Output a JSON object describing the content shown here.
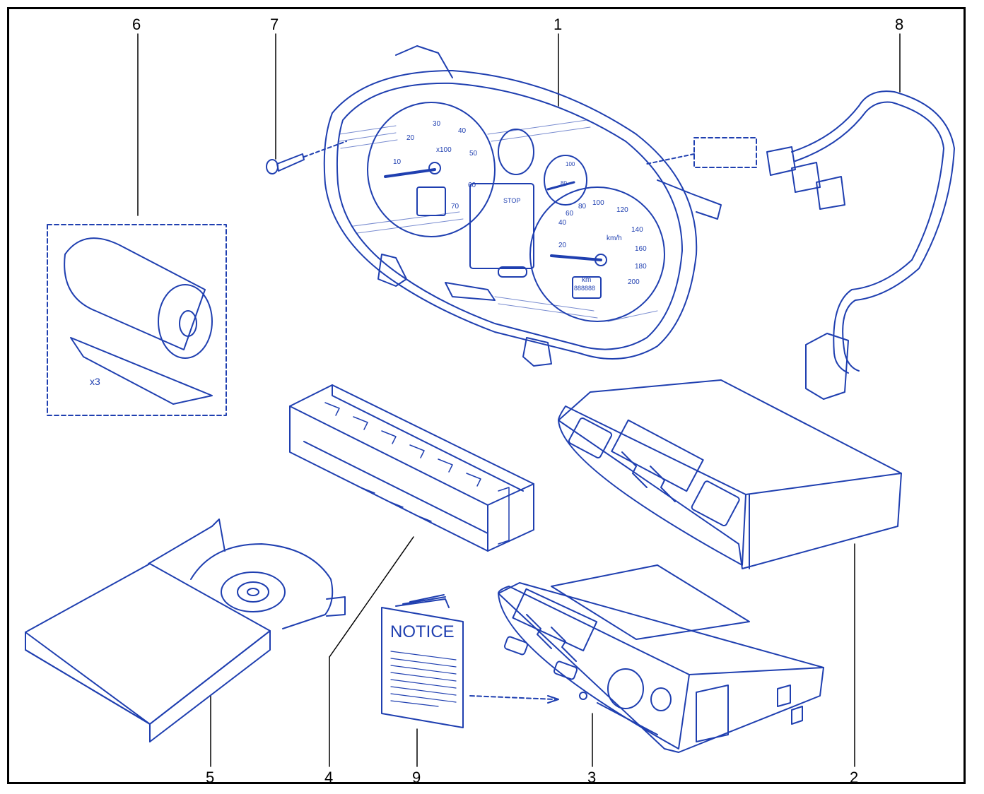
{
  "diagram": {
    "line_color": "#1f3fb0",
    "callouts": [
      {
        "id": "c1",
        "label": "1"
      },
      {
        "id": "c2",
        "label": "2"
      },
      {
        "id": "c3",
        "label": "3"
      },
      {
        "id": "c4",
        "label": "4"
      },
      {
        "id": "c5",
        "label": "5"
      },
      {
        "id": "c6",
        "label": "6"
      },
      {
        "id": "c7",
        "label": "7"
      },
      {
        "id": "c8",
        "label": "8"
      },
      {
        "id": "c9",
        "label": "9"
      }
    ],
    "roll_quantity": "x3",
    "notice_title": "NOTICE",
    "gauge_labels": {
      "rpm_unit": "x100",
      "rpm_ticks": [
        "10",
        "20",
        "30",
        "40",
        "50",
        "60",
        "70"
      ],
      "speed_unit": "km/h",
      "speed_ticks": [
        "20",
        "40",
        "60",
        "80",
        "100",
        "120",
        "140",
        "160",
        "180",
        "200"
      ],
      "odometer_unit": "km",
      "odometer_digits": "888888",
      "stop_label": "STOP",
      "temp_ticks": [
        "80",
        "100"
      ]
    }
  }
}
